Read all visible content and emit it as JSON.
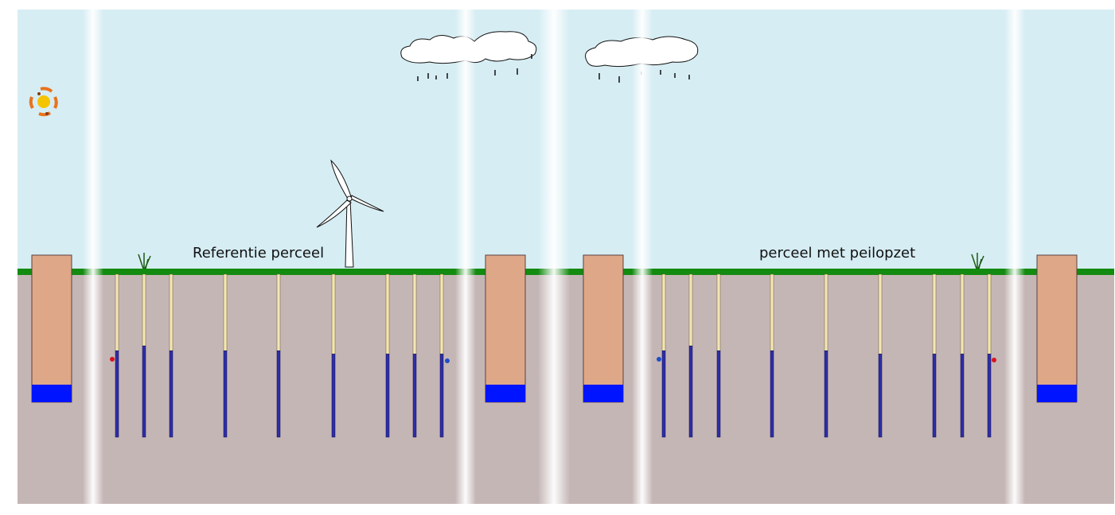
{
  "labels": {
    "left_plot": "Referentie perceel",
    "right_plot": "perceel met peilopzet"
  },
  "icons": [
    "sun-icon",
    "cloud-icon",
    "wind-turbine-icon",
    "grass-icon"
  ],
  "colors": {
    "sky": "#d6edf3",
    "soil": "#c5b6b6",
    "grass": "#138a10",
    "ditch": "#dea888",
    "ditch_water": "#0014ff",
    "pipe_dry": "#f3e6b4",
    "pipe_wet": "#2e2ea6",
    "marker_red": "#d8141e",
    "marker_blue": "#1f4fc8",
    "sun_core": "#f5c400",
    "sun_rays": "#e8731e"
  },
  "piezometers": {
    "left": [
      {
        "water_level": 0.47
      },
      {
        "water_level": 0.44
      },
      {
        "water_level": 0.47
      },
      {
        "water_level": 0.47
      },
      {
        "water_level": 0.47
      },
      {
        "water_level": 0.49
      },
      {
        "water_level": 0.49
      },
      {
        "water_level": 0.49
      },
      {
        "water_level": 0.49
      }
    ],
    "right": [
      {
        "water_level": 0.47
      },
      {
        "water_level": 0.44
      },
      {
        "water_level": 0.47
      },
      {
        "water_level": 0.47
      },
      {
        "water_level": 0.47
      },
      {
        "water_level": 0.49
      },
      {
        "water_level": 0.49
      },
      {
        "water_level": 0.49
      },
      {
        "water_level": 0.49
      }
    ]
  },
  "ditches": [
    {
      "water_fraction": 0.12
    },
    {
      "water_fraction": 0.12
    },
    {
      "water_fraction": 0.12
    },
    {
      "water_fraction": 0.12
    }
  ]
}
